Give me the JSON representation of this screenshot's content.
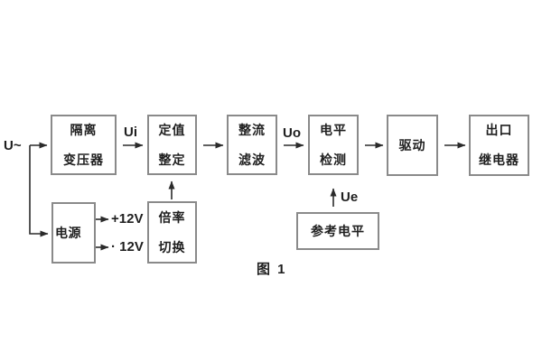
{
  "figure": {
    "caption": "图 1",
    "signal_labels": {
      "input": "U~",
      "after_transformer": "Ui",
      "after_filter": "Uo",
      "reference": "Ue",
      "supply_positive": "+12V",
      "supply_negative": "· 12V"
    },
    "blocks": {
      "isolation_transformer": {
        "line1": "隔离",
        "line2": "变压器"
      },
      "setting": {
        "line1": "定值",
        "line2": "整定"
      },
      "rectifier_filter": {
        "line1": "整流",
        "line2": "滤波"
      },
      "level_detector": {
        "line1": "电平",
        "line2": "检测"
      },
      "driver": {
        "line1": "驱动"
      },
      "output_relay": {
        "line1": "出口",
        "line2": "继电器"
      },
      "power_supply": {
        "line1": "电源"
      },
      "ratio_switch": {
        "line1": "倍率",
        "line2": "切换"
      },
      "reference_level": {
        "line1": "参考电平"
      }
    },
    "colors": {
      "background": "#ffffff",
      "box_border": "#8a8a8a",
      "wire": "#2b2b2b",
      "text": "#1f1f1f"
    }
  }
}
